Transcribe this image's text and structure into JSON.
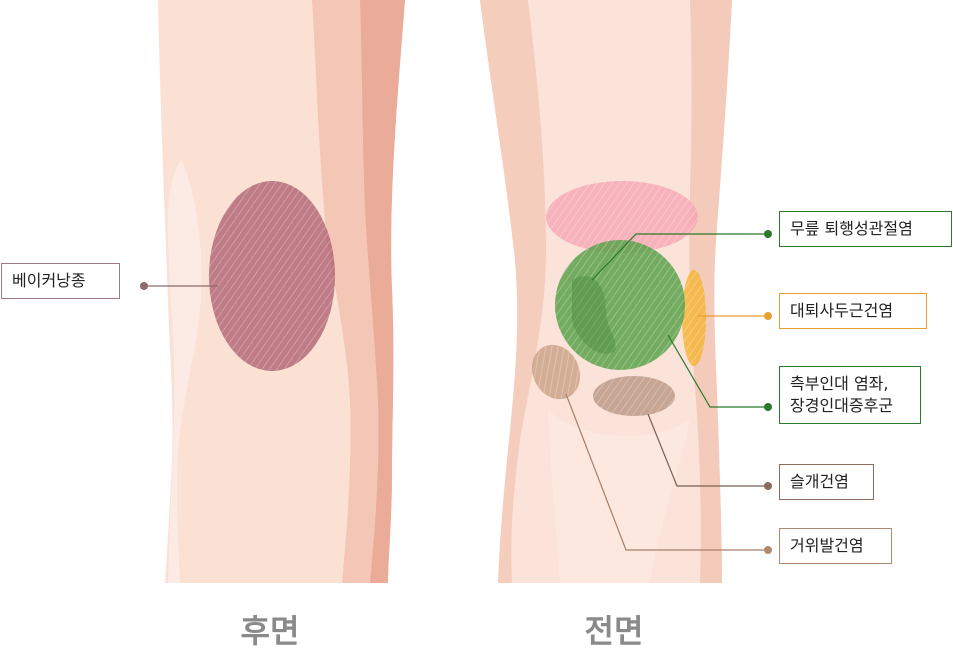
{
  "views": {
    "back": "후면",
    "front": "전면"
  },
  "labels": {
    "baker_cyst": "베이커낭종",
    "pfps": "무릎 퇴행성관절염",
    "quad_tendinitis": "대퇴사두근건염",
    "mcl_itbs_line1": "측부인대 염좌,",
    "mcl_itbs_line2": "장경인대증후군",
    "patellar_tendinitis": "슬개건염",
    "pes_anserine": "거위발건염"
  },
  "colors": {
    "skin_light": "#fbe3d9",
    "skin_mid": "#f5cdbd",
    "skin_shadow": "#e8a996",
    "baker": "#a8546a",
    "pink": "#f6a9b5",
    "green": "#5aa24a",
    "orange": "#f5b53b",
    "brown": "#a67f6a",
    "tan": "#c39a7a",
    "dark_green_border": "#2a7a2a",
    "orange_border": "#e8a030",
    "brown_border": "#8c6c5c",
    "mauve_border": "#a07a80"
  }
}
